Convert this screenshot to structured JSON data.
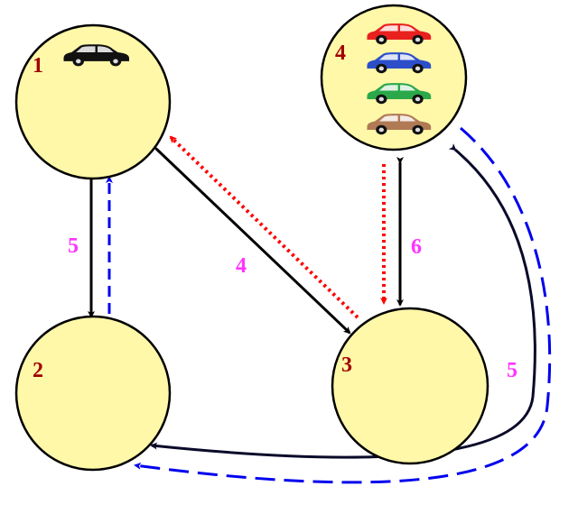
{
  "colors": {
    "node_fill": "#FFF8A8",
    "node_stroke": "#000000",
    "node_label": "#A00000",
    "edge_label": "#FF33FF",
    "black_edge": "#000000",
    "red_edge": "#FF0000",
    "blue_edge": "#0000EE"
  },
  "nodes": [
    {
      "id": "1",
      "label": "1",
      "cars": [
        {
          "color": "#111111"
        }
      ]
    },
    {
      "id": "2",
      "label": "2",
      "cars": []
    },
    {
      "id": "3",
      "label": "3",
      "cars": []
    },
    {
      "id": "4",
      "label": "4",
      "cars": [
        {
          "color": "#E8211F"
        },
        {
          "color": "#2C4FC9"
        },
        {
          "color": "#2BA84A"
        },
        {
          "color": "#B07A55"
        }
      ]
    }
  ],
  "edge_labels": {
    "e12": "5",
    "e13": "4",
    "e34": "6",
    "e42": "5"
  }
}
